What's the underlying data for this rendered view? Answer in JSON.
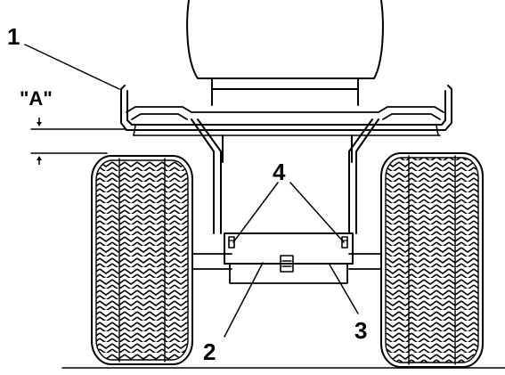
{
  "callouts": {
    "c1": "1",
    "c2": "2",
    "c3": "3",
    "c4": "4",
    "dimA": "\"A\""
  }
}
